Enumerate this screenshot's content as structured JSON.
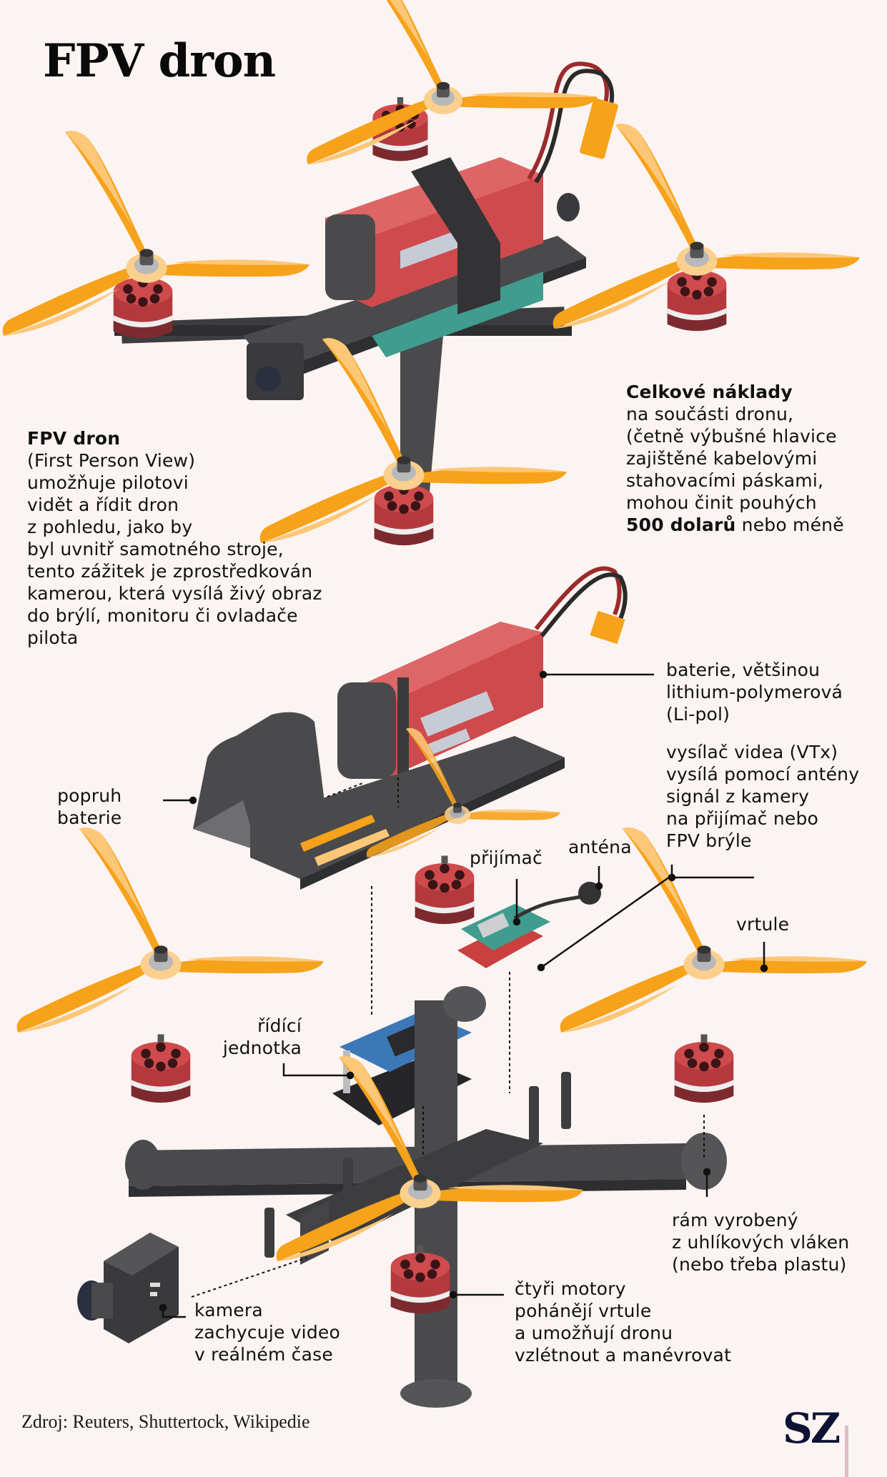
{
  "title": "FPV dron",
  "intro": {
    "heading": "FPV dron",
    "lines": [
      "(First Person View)",
      "umožňuje pilotovi",
      "vidět a řídit dron",
      "z pohledu, jako by",
      "byl uvnitř samotného stroje,",
      "tento zážitek je zprostředkován",
      "kamerou, která vysílá živý obraz",
      "do brýlí, monitoru či ovladače",
      "pilota"
    ]
  },
  "cost": {
    "heading": "Celkové náklady",
    "lines": [
      "na součásti dronu,",
      "(četně výbušné hlavice",
      "zajištěné kabelovými",
      "stahovacími páskami,",
      "mohou činit pouhých"
    ],
    "amount": "500 dolarů",
    "amount_suffix": " nebo méně"
  },
  "labels": {
    "battery": [
      "baterie, většinou",
      "lithium-polymerová",
      "(Li-pol)"
    ],
    "vtx": [
      "vysílač videa (VTx)",
      "vysílá pomocí antény",
      "signál z kamery",
      "na přijímač nebo",
      "FPV brýle"
    ],
    "strap": [
      "popruh",
      "baterie"
    ],
    "receiver": [
      "přijímač"
    ],
    "antenna": [
      "anténa"
    ],
    "propeller": [
      "vrtule"
    ],
    "flight_controller": [
      "řídící",
      "jednotka"
    ],
    "frame": [
      "rám vyrobený",
      "z uhlíkových vláken",
      "(nebo třeba plastu)"
    ],
    "camera": [
      "kamera",
      "zachycuje video",
      "v reálném čase"
    ],
    "motors": [
      "čtyři motory",
      "pohánějí vrtule",
      "a umožňují dronu",
      "vzlétnout a manévrovat"
    ]
  },
  "source": "Zdroj: Reuters, Shuttertock, Wikipedie",
  "logo": "SZ",
  "colors": {
    "background": "#fcf4f2",
    "propeller": "#f7a21b",
    "propeller_light": "#fcc777",
    "battery_red": "#cf4a4c",
    "carbon": "#4a4a4c",
    "motor_red": "#b3393d",
    "fc_blue": "#3c78b8",
    "pcb_green": "#3f9c8e",
    "logo_navy": "#0e1233"
  }
}
